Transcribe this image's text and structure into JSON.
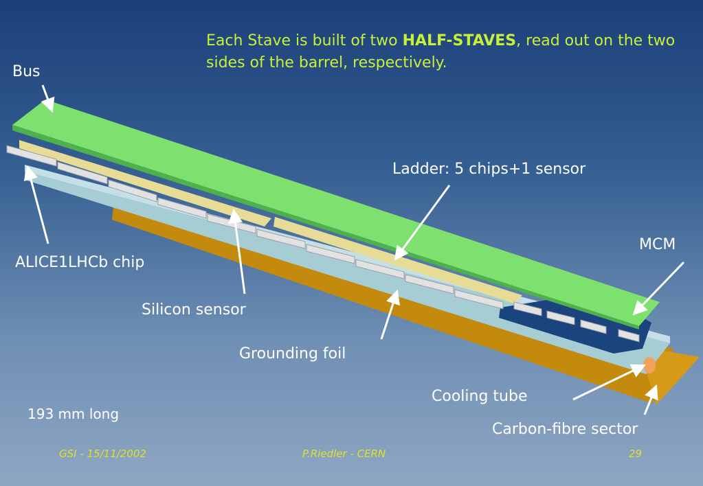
{
  "headline": {
    "before": "Each Stave is built of two ",
    "bold": "HALF-STAVES",
    "after": ", read out on the two sides of the barrel, respectively."
  },
  "labels": {
    "bus": "Bus",
    "ladder": "Ladder: 5 chips+1 sensor",
    "mcm": "MCM",
    "chip": "ALICE1LHCb chip",
    "sensor": "Silicon sensor",
    "foil": "Grounding foil",
    "cooling": "Cooling tube",
    "carbon": "Carbon-fibre sector",
    "length": "193 mm long"
  },
  "footer": {
    "left": "GSI - 15/11/2002",
    "center": "P.Riedler - CERN",
    "page": "29"
  },
  "colors": {
    "bus": "#7ee06e",
    "sensor": "#e6dc96",
    "foil": "#a6ccd4",
    "chip": "#e2e2e2",
    "mcm": "#1b447f",
    "carbon": "#c48a0e",
    "cooling": "#f2a25c",
    "headline": "#c8f03a",
    "footer": "#e0e030"
  }
}
